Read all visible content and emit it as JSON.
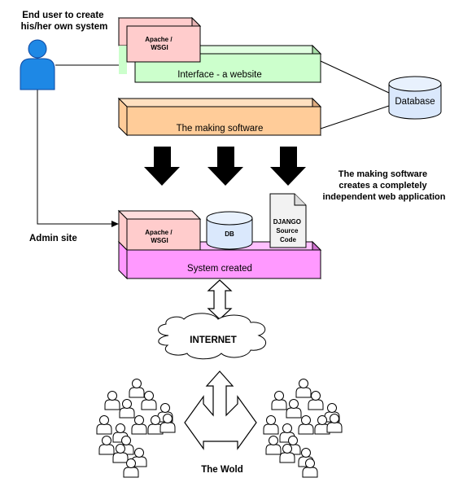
{
  "labels": {
    "end_user": [
      "End user to create",
      "his/her own system"
    ],
    "apache_top": [
      "Apache /",
      "WSGI"
    ],
    "interface": "Interface - a website",
    "database": "Database",
    "making_software": "The making software",
    "note": [
      "The making software",
      "creates a completely",
      "independent web application"
    ],
    "admin_site": "Admin site",
    "apache_bottom": [
      "Apache /",
      "WSGI"
    ],
    "db": "DB",
    "django": [
      "DJANGO",
      "Source",
      "Code"
    ],
    "system_created": "System created",
    "internet": "INTERNET",
    "world": "The Wold"
  },
  "colors": {
    "apache": "#ffcccc",
    "interface": "#ccffcc",
    "making_software": "#ffcc99",
    "system_created": "#ff99ff",
    "db_cylinder": "#dae8fc",
    "user_icon": "#1e88e5",
    "arrow": "#000000",
    "outline": "#000000"
  },
  "icons": {
    "user": "person-icon",
    "database": "database-cylinder-icon",
    "document": "document-icon",
    "cloud": "cloud-icon",
    "crowd": "people-group-icon"
  }
}
